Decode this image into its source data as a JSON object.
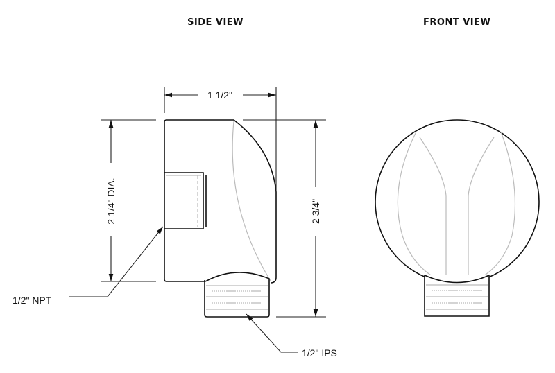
{
  "views": {
    "side": "SIDE VIEW",
    "front": "FRONT VIEW"
  },
  "dimensions": {
    "width": "1 1/2\"",
    "diameter": "2 1/4\" DIA.",
    "height": "2 3/4\""
  },
  "callouts": {
    "inlet": "1/2\" NPT",
    "outlet": "1/2\" IPS"
  }
}
